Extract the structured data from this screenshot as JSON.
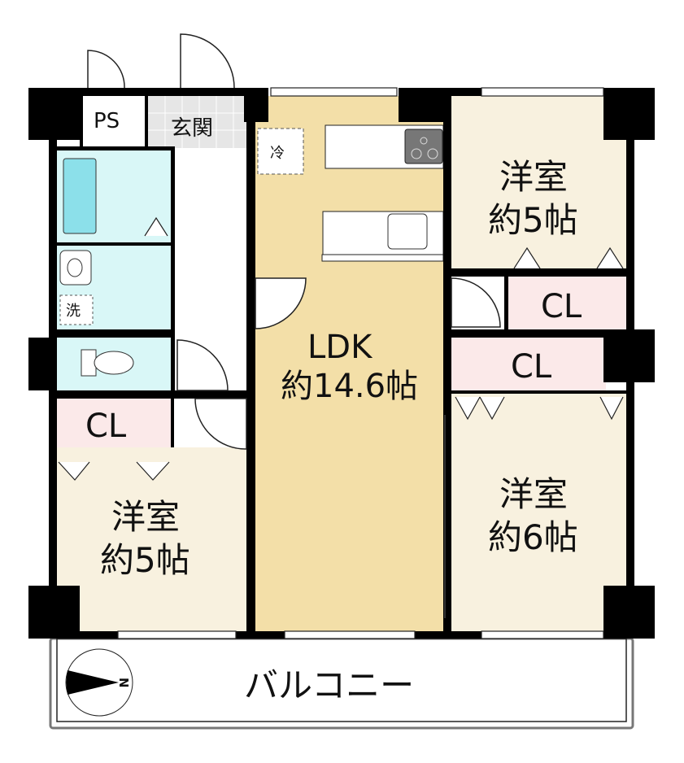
{
  "rooms": {
    "ps": "PS",
    "entrance": "玄関",
    "fridge": "冷",
    "washroom": "洗",
    "ldk_name": "LDK",
    "ldk_size": "約14.6帖",
    "room_nw_name": "洋室",
    "room_nw_size": "約5帖",
    "room_sw_name": "洋室",
    "room_sw_size": "約5帖",
    "room_se_name": "洋室",
    "room_se_size": "約6帖",
    "closet_left": "CL",
    "closet_right_upper": "CL",
    "closet_right_lower": "CL",
    "balcony": "バルコニー",
    "compass_letter": "N"
  },
  "colors": {
    "ldk": "#f3dfa8",
    "room": "#f8f1df",
    "closet": "#fbe9e9",
    "wet": "#d9f7f7",
    "tub": "#8ce0ea",
    "wall": "#000000"
  }
}
